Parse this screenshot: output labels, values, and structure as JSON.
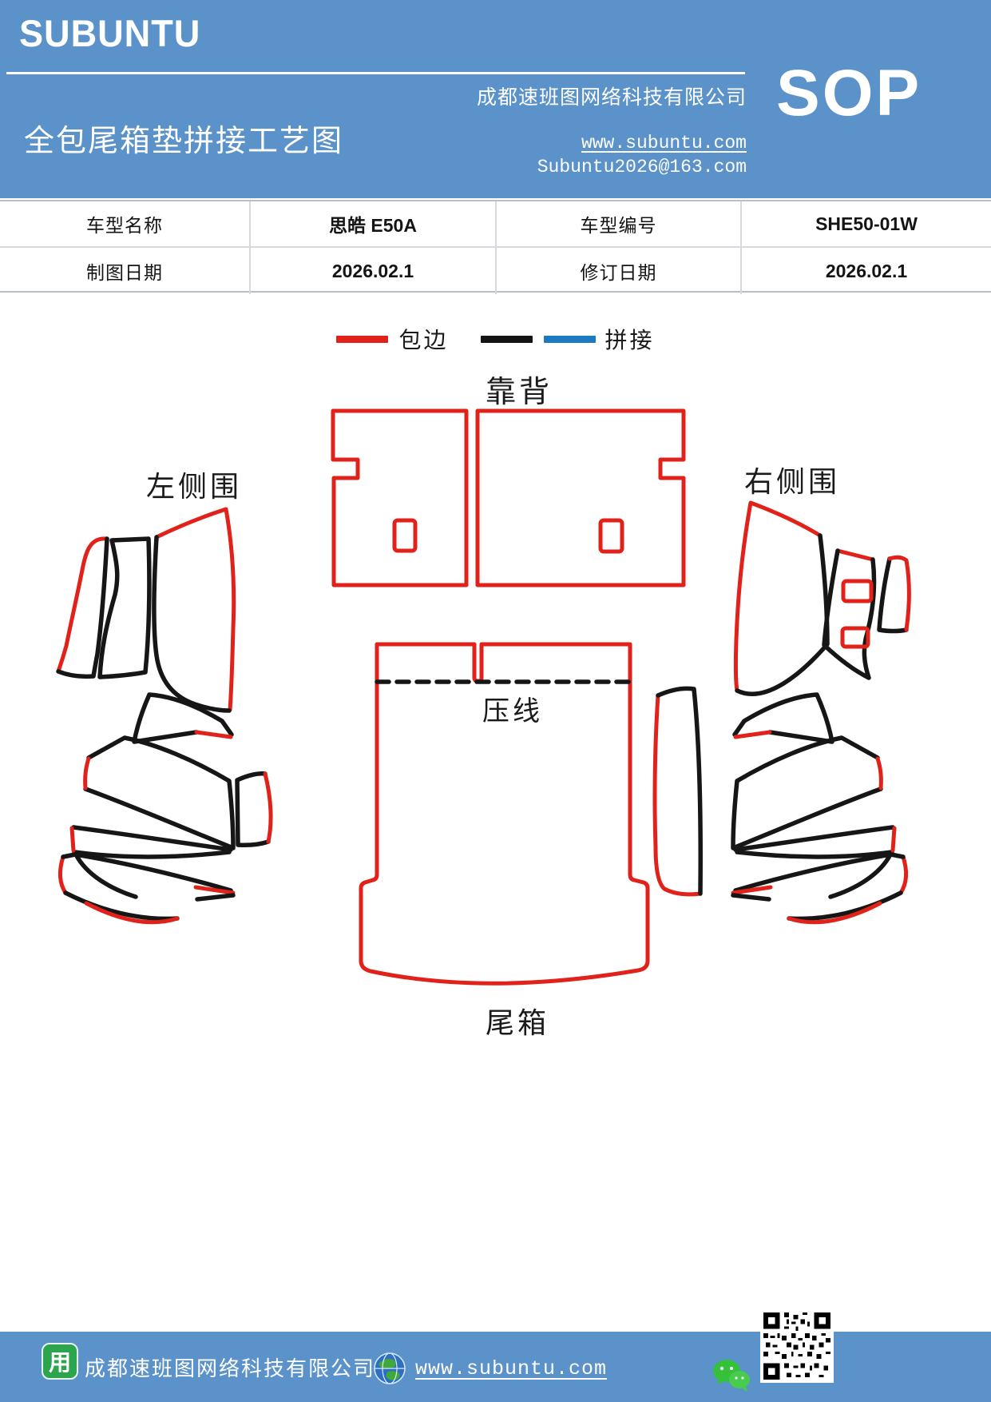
{
  "header": {
    "brand": "SUBUNTU",
    "title": "全包尾箱垫拼接工艺图",
    "company": "成都速班图网络科技有限公司",
    "website": "www.subuntu.com",
    "email": "Subuntu2026@163.com",
    "sop_label": "SOP",
    "background_color": "#5a92c9"
  },
  "spec_table": {
    "rows": [
      {
        "label1": "车型名称",
        "value1": "思皓 E50A",
        "label2": "车型编号",
        "value2": "SHE50-01W"
      },
      {
        "label1": "制图日期",
        "value1": "2026.02.1",
        "label2": "修订日期",
        "value2": "2026.02.1"
      }
    ]
  },
  "legend": {
    "edge_wrap_label": "包边",
    "splice_label": "拼接",
    "edge_wrap_color": "#e0221a",
    "splice_colors": [
      "#141414",
      "#1b7ac2"
    ]
  },
  "diagram": {
    "labels": {
      "backrest": "靠背",
      "left_side": "左侧围",
      "right_side": "右侧围",
      "press_line": "压线",
      "trunk": "尾箱"
    },
    "edge_wrap_color": "#e0221a",
    "splice_edge_color": "#161616"
  },
  "footer": {
    "company": "成都速班图网络科技有限公司",
    "website": "www.subuntu.com",
    "app_icon_glyph": "用"
  }
}
